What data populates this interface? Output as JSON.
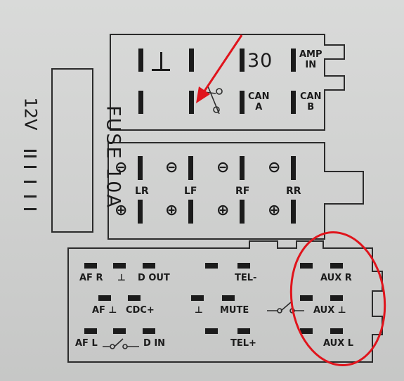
{
  "fuse": {
    "label": "FUSE 10A",
    "voltage": "12V"
  },
  "connector_top": {
    "ground_symbol": "⊥",
    "pin_30": "30",
    "amp_in": [
      "AMP",
      "IN"
    ],
    "can_a": [
      "CAN",
      "A"
    ],
    "can_b": [
      "CAN",
      "B"
    ]
  },
  "connector_middle": {
    "minus_symbol": "⊖",
    "plus_symbol": "⊕",
    "channels": [
      "LR",
      "LF",
      "RF",
      "RR"
    ]
  },
  "connector_bottom": {
    "af_r": "AF R",
    "ground_1": "⊥",
    "d_out": "D OUT",
    "tel_minus": "TEL-",
    "aux_r": "AUX R",
    "af_ground": "AF ⊥",
    "cdc_plus": "CDC+",
    "ground_2": "⊥",
    "mute": "MUTE",
    "aux_ground": "AUX ⊥",
    "af_l": "AF L",
    "d_in": "D IN",
    "tel_plus": "TEL+",
    "aux_l": "AUX L"
  },
  "colors": {
    "annotation": "#e0141c",
    "ink": "#1b1b1b",
    "plate": "#d6d7d6"
  }
}
